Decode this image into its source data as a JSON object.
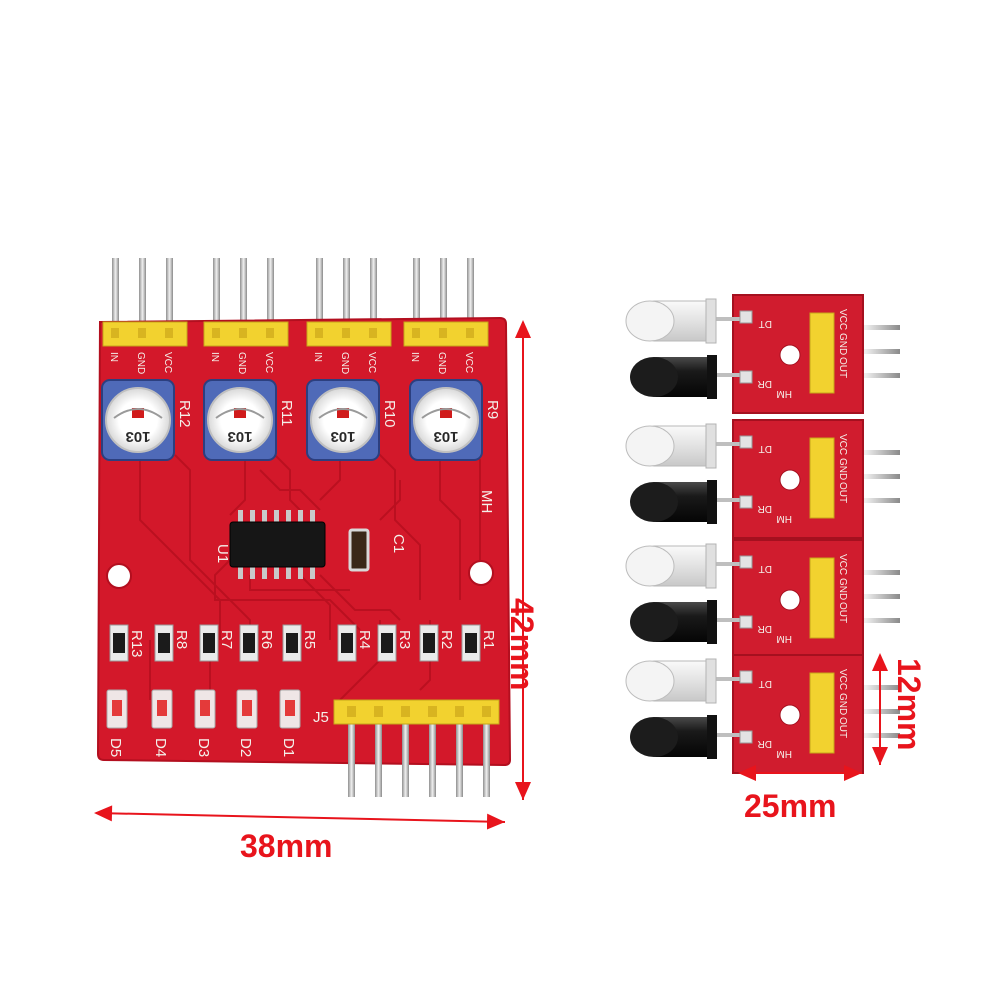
{
  "dimensions": {
    "main_width": "38mm",
    "main_height": "42mm",
    "module_width": "25mm",
    "module_height": "12mm"
  },
  "main_board": {
    "brand": "MH",
    "chip_label": "U1",
    "capacitor_label": "C1",
    "connector_label": "J5",
    "pin_labels": [
      "IN",
      "GND",
      "VCC"
    ],
    "pot_labels": [
      "R12",
      "R11",
      "R10",
      "R9"
    ],
    "pot_value": "103",
    "resistor_labels": [
      "R13",
      "R8",
      "R7",
      "R6",
      "R5",
      "R4",
      "R3",
      "R2",
      "R1"
    ],
    "led_labels": [
      "D5",
      "D4",
      "D3",
      "D2",
      "D1"
    ]
  },
  "sensor_module": {
    "brand": "HM",
    "pin_labels": [
      "DT",
      "DR"
    ],
    "header_labels": [
      "VCC",
      "GND",
      "OUT"
    ]
  },
  "colors": {
    "pcb_red": "#d3182a",
    "dimension_red": "#e8141c",
    "header_yellow": "#f2d22f"
  }
}
